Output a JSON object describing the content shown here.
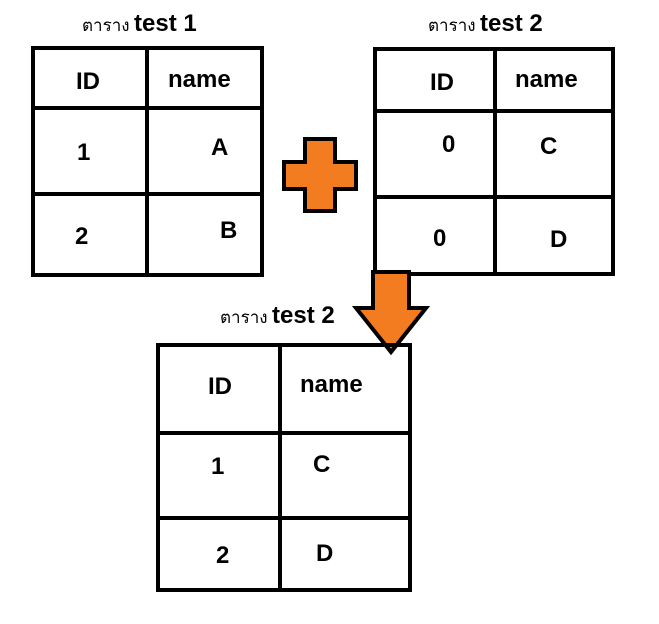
{
  "colors": {
    "accent": "#F47C20",
    "line": "#000000"
  },
  "tables": [
    {
      "prefix": "ตาราง",
      "name": "test 1",
      "header": [
        "ID",
        "name"
      ],
      "rows": [
        [
          "1",
          "A"
        ],
        [
          "2",
          "B"
        ]
      ]
    },
    {
      "prefix": "ตาราง",
      "name": "test 2",
      "header": [
        "ID",
        "name"
      ],
      "rows": [
        [
          "0",
          "C"
        ],
        [
          "0",
          "D"
        ]
      ]
    },
    {
      "prefix": "ตาราง",
      "name": "test 2",
      "header": [
        "ID",
        "name"
      ],
      "rows": [
        [
          "1",
          "C"
        ],
        [
          "2",
          "D"
        ]
      ]
    }
  ],
  "icons": {
    "plus": "plus-icon",
    "arrow": "arrow-down-icon"
  }
}
